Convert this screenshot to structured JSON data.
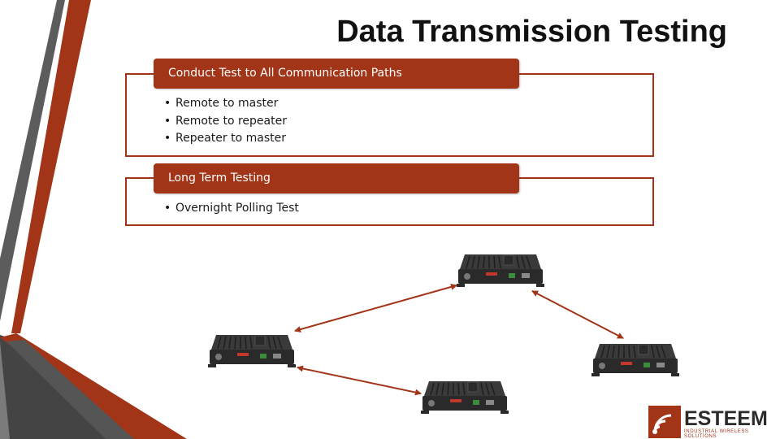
{
  "slide": {
    "title": "Data Transmission Testing"
  },
  "section1": {
    "header": "Conduct Test to All Communication Paths",
    "bullets": [
      "Remote to master",
      "Remote to repeater",
      "Repeater to master"
    ]
  },
  "section2": {
    "header": "Long Term Testing",
    "bullets": [
      "Overnight Polling Test"
    ]
  },
  "logo": {
    "name": "ESTEEM",
    "tagline": "INDUSTRIAL WIRELESS SOLUTIONS"
  },
  "colors": {
    "accent": "#a23418",
    "stripe_gray": "#5c5c5c",
    "device_body": "#2a2a2a"
  },
  "icons": {
    "device": "radio-modem-icon",
    "arrow": "double-arrow-icon",
    "logo": "wireless-signal-icon"
  }
}
